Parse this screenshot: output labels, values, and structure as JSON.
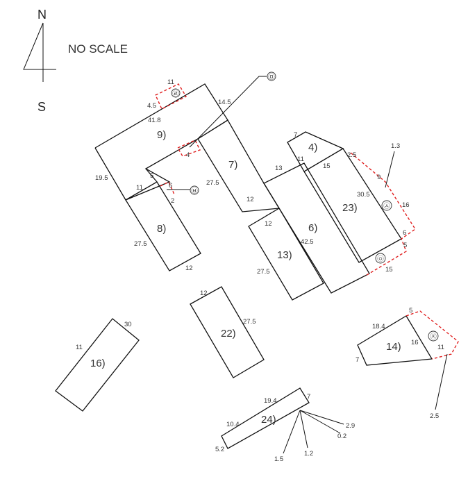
{
  "legend": {
    "north": "N",
    "south": "S",
    "scale_note": "NO SCALE"
  },
  "parcels": [
    "9)",
    "7)",
    "8)",
    "4)",
    "23)",
    "6)",
    "13)",
    "22)",
    "16)",
    "14)",
    "24)"
  ],
  "markers": [
    "㉣",
    "㉤",
    "㉥",
    "㉦",
    "㉧",
    "㉨"
  ],
  "dims": {
    "p9": [
      "11",
      "4.5",
      "41.8",
      "14.5",
      "19.5",
      "4",
      "5"
    ],
    "p8": [
      "11",
      "6",
      "2",
      "27.5",
      "12"
    ],
    "p7": [
      "27.5",
      "12"
    ],
    "p4": [
      "7",
      "11"
    ],
    "p6": [
      "13",
      "12",
      "42.5"
    ],
    "p13": [
      "27.5"
    ],
    "p23": [
      "2.5",
      "15",
      "9",
      "1.3",
      "30.5",
      "16",
      "6",
      "5",
      "15"
    ],
    "p22": [
      "12",
      "27.5"
    ],
    "p16": [
      "30",
      "11"
    ],
    "p14": [
      "5",
      "18.4",
      "16",
      "11",
      "7",
      "2.5"
    ],
    "p24": [
      "19.4",
      "7",
      "10.4",
      "5.2",
      "2.9",
      "0.2",
      "1.5",
      "1.2"
    ]
  },
  "colors": {
    "boundary": "#e02020",
    "lines": "#111111"
  }
}
